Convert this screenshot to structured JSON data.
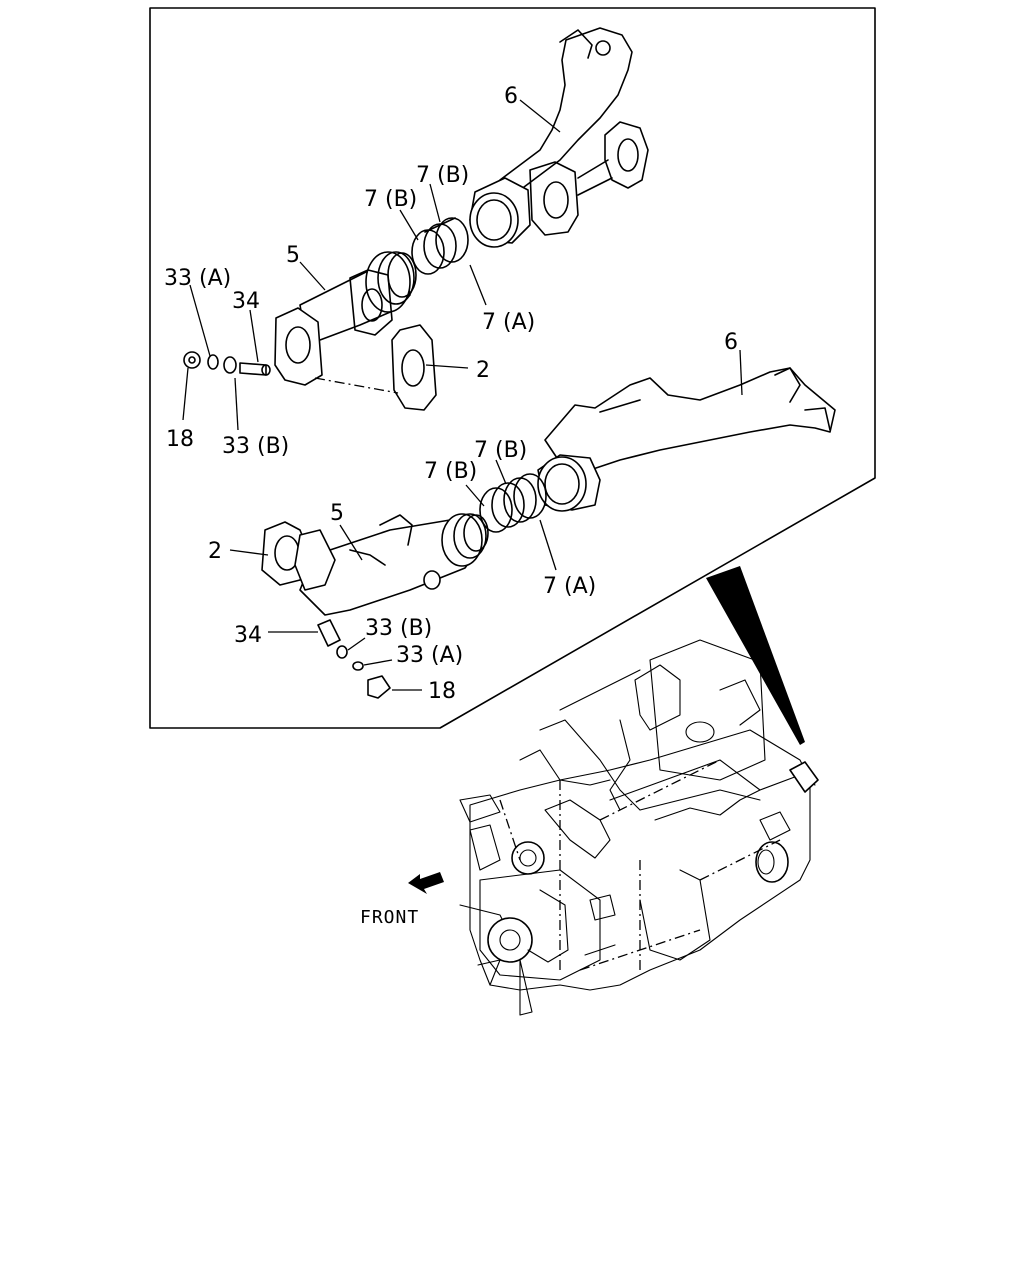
{
  "labels": {
    "upper": {
      "p6": "6",
      "p7b_top": "7 (B)",
      "p7b_left": "7 (B)",
      "p5": "5",
      "p33a": "33 (A)",
      "p34": "34",
      "p7a": "7 (A)",
      "p2": "2",
      "p18": "18",
      "p33b": "33 (B)"
    },
    "lower": {
      "p6": "6",
      "p7b_right": "7 (B)",
      "p7b_left": "7 (B)",
      "p5": "5",
      "p2": "2",
      "p7a": "7 (A)",
      "p34": "34",
      "p33b": "33 (B)",
      "p33a": "33 (A)",
      "p18": "18"
    }
  },
  "engine": {
    "front_label": "FRONT"
  }
}
